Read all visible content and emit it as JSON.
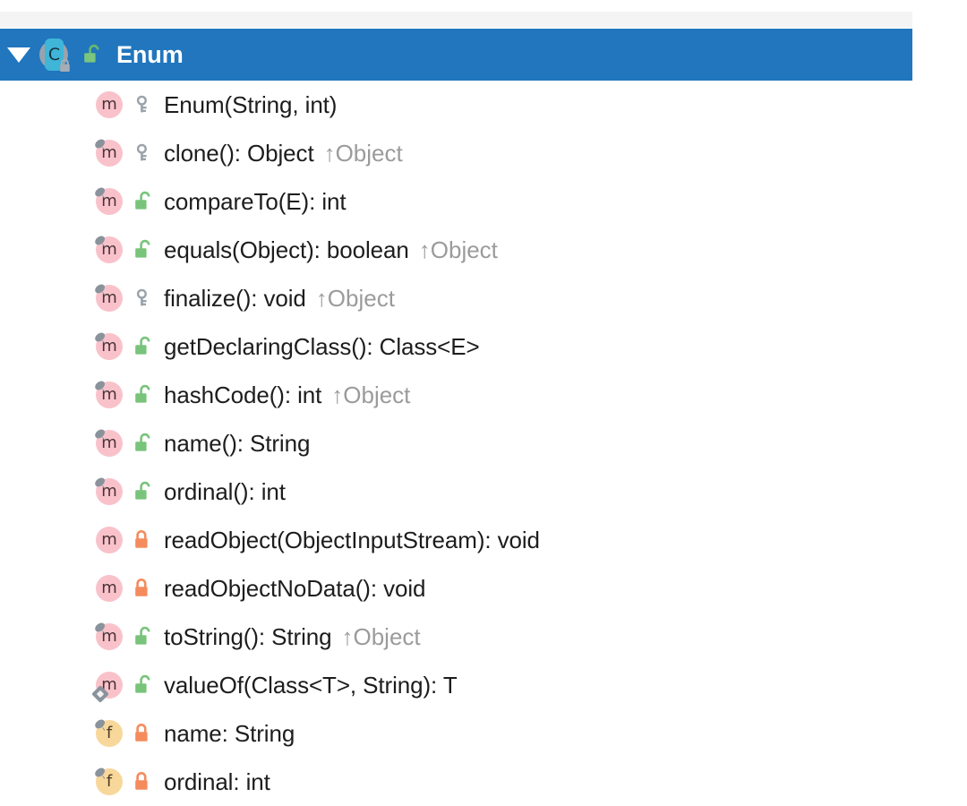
{
  "panel": {
    "name": "structure-tree",
    "selection_color": "#2176be",
    "toolbar_strip_color": "#f4f4f5",
    "background_color": "#ffffff"
  },
  "root": {
    "label": "Enum",
    "expanded": true,
    "twisty_icon": "chevron-down-icon",
    "kind_icon": "class-icon",
    "kind_letter": "C",
    "visibility_icon": "public-unlocked-icon",
    "selected": true
  },
  "legend": {
    "method_icon_color": "#f9c2ca",
    "field_icon_color": "#f8d79a",
    "public_icon_color": "#78c47b",
    "private_icon_color": "#f58b5c",
    "protected_icon_color": "#9aa3ab",
    "override_marker_color": "#8a939b",
    "inherited_text_color": "#9b9b9b"
  },
  "members": [
    {
      "kind": "method",
      "kind_icon": "method-icon",
      "kind_letter": "m",
      "visibility": "protected",
      "visibility_icon": "protected-key-icon",
      "override": false,
      "static": false,
      "label": "Enum(String, int)",
      "suffix": ""
    },
    {
      "kind": "method",
      "kind_icon": "method-icon",
      "kind_letter": "m",
      "visibility": "protected",
      "visibility_icon": "protected-key-icon",
      "override": true,
      "static": false,
      "label": "clone(): Object",
      "suffix": "↑Object"
    },
    {
      "kind": "method",
      "kind_icon": "method-icon",
      "kind_letter": "m",
      "visibility": "public",
      "visibility_icon": "public-unlocked-icon",
      "override": true,
      "static": false,
      "label": "compareTo(E): int",
      "suffix": ""
    },
    {
      "kind": "method",
      "kind_icon": "method-icon",
      "kind_letter": "m",
      "visibility": "public",
      "visibility_icon": "public-unlocked-icon",
      "override": true,
      "static": false,
      "label": "equals(Object): boolean",
      "suffix": "↑Object"
    },
    {
      "kind": "method",
      "kind_icon": "method-icon",
      "kind_letter": "m",
      "visibility": "protected",
      "visibility_icon": "protected-key-icon",
      "override": true,
      "static": false,
      "label": "finalize(): void",
      "suffix": "↑Object"
    },
    {
      "kind": "method",
      "kind_icon": "method-icon",
      "kind_letter": "m",
      "visibility": "public",
      "visibility_icon": "public-unlocked-icon",
      "override": true,
      "static": false,
      "label": "getDeclaringClass(): Class<E>",
      "suffix": ""
    },
    {
      "kind": "method",
      "kind_icon": "method-icon",
      "kind_letter": "m",
      "visibility": "public",
      "visibility_icon": "public-unlocked-icon",
      "override": true,
      "static": false,
      "label": "hashCode(): int",
      "suffix": "↑Object"
    },
    {
      "kind": "method",
      "kind_icon": "method-icon",
      "kind_letter": "m",
      "visibility": "public",
      "visibility_icon": "public-unlocked-icon",
      "override": true,
      "static": false,
      "label": "name(): String",
      "suffix": ""
    },
    {
      "kind": "method",
      "kind_icon": "method-icon",
      "kind_letter": "m",
      "visibility": "public",
      "visibility_icon": "public-unlocked-icon",
      "override": true,
      "static": false,
      "label": "ordinal(): int",
      "suffix": ""
    },
    {
      "kind": "method",
      "kind_icon": "method-icon",
      "kind_letter": "m",
      "visibility": "private",
      "visibility_icon": "private-locked-icon",
      "override": false,
      "static": false,
      "label": "readObject(ObjectInputStream): void",
      "suffix": ""
    },
    {
      "kind": "method",
      "kind_icon": "method-icon",
      "kind_letter": "m",
      "visibility": "private",
      "visibility_icon": "private-locked-icon",
      "override": false,
      "static": false,
      "label": "readObjectNoData(): void",
      "suffix": ""
    },
    {
      "kind": "method",
      "kind_icon": "method-icon",
      "kind_letter": "m",
      "visibility": "public",
      "visibility_icon": "public-unlocked-icon",
      "override": true,
      "static": false,
      "label": "toString(): String",
      "suffix": "↑Object"
    },
    {
      "kind": "method",
      "kind_icon": "method-icon",
      "kind_letter": "m",
      "visibility": "public",
      "visibility_icon": "public-unlocked-icon",
      "override": false,
      "static": true,
      "label": "valueOf(Class<T>, String): T",
      "suffix": ""
    },
    {
      "kind": "field",
      "kind_icon": "field-icon",
      "kind_letter": "f",
      "visibility": "private",
      "visibility_icon": "private-locked-icon",
      "override": true,
      "static": false,
      "label": "name: String",
      "suffix": ""
    },
    {
      "kind": "field",
      "kind_icon": "field-icon",
      "kind_letter": "f",
      "visibility": "private",
      "visibility_icon": "private-locked-icon",
      "override": true,
      "static": false,
      "label": "ordinal: int",
      "suffix": ""
    }
  ]
}
